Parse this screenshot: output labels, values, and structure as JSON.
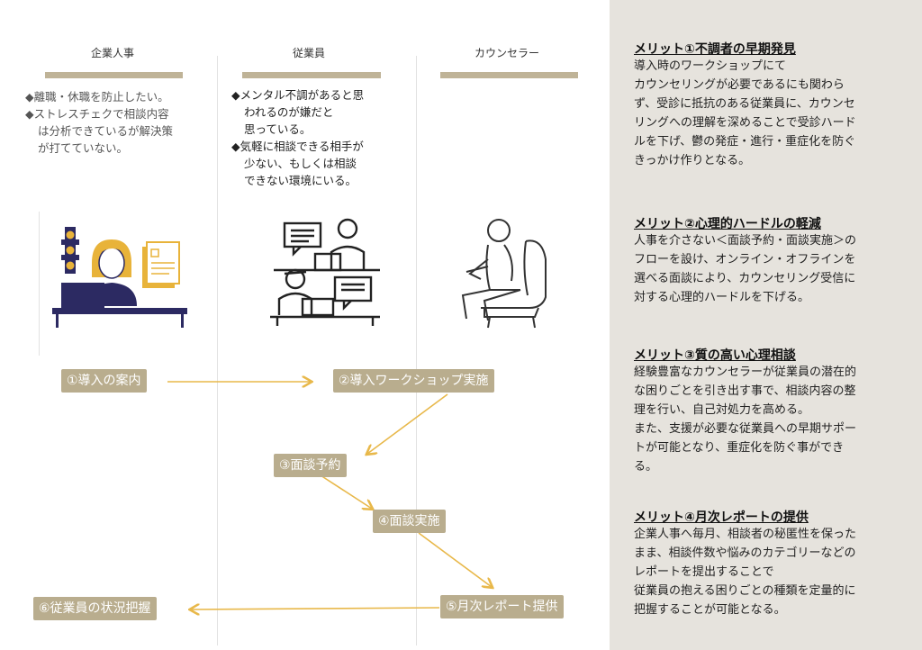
{
  "columns": [
    {
      "label": "企業人事"
    },
    {
      "label": "従業員"
    },
    {
      "label": "カウンセラー"
    }
  ],
  "notes": {
    "hr": [
      "◆離職・休職を防止したい。",
      "◆ストレスチェクで相談内容",
      "は分析できているが解決策",
      "が打てていない。"
    ],
    "employee": [
      "◆メンタル不調があると思",
      "われるのが嫌だと",
      "思っている。",
      "◆気軽に相談できる相手が",
      "少ない、もしくは相談",
      "できない環境にいる。"
    ]
  },
  "steps": [
    {
      "label": "①導入の案内"
    },
    {
      "label": "②導入ワークショップ実施"
    },
    {
      "label": "③面談予約"
    },
    {
      "label": "④面談実施"
    },
    {
      "label": "⑤月次レポート提供"
    },
    {
      "label": "⑥従業員の状況把握"
    }
  ],
  "merits": [
    {
      "title": "メリット①不調者の早期発見",
      "lines": [
        "導入時のワークショップにて",
        "カウンセリングが必要であるにも関わら",
        "ず、受診に抵抗のある従業員に、カウンセ",
        "リングへの理解を深めることで受診ハード",
        "ルを下げ、鬱の発症・進行・重症化を防ぐ",
        "きっかけ作りとなる。"
      ]
    },
    {
      "title": "メリット②心理的ハードルの軽減",
      "lines": [
        "人事を介さない＜面談予約・面談実施＞の",
        "フローを設け、オンライン・オフラインを",
        "選べる面談により、カウンセリング受信に",
        "対する心理的ハードルを下げる。"
      ]
    },
    {
      "title": "メリット③質の高い心理相談",
      "lines": [
        "経験豊富なカウンセラーが従業員の潜在的",
        "な困りごとを引き出す事で、相談内容の整",
        "理を行い、自己対処力を高める。",
        "また、支援が必要な従業員への早期サポー",
        "トが可能となり、重症化を防ぐ事ができ",
        "る。"
      ]
    },
    {
      "title": "メリット④月次レポートの提供",
      "lines": [
        "企業人事へ毎月、相談者の秘匿性を保った",
        "まま、相談件数や悩みのカテゴリーなどの",
        "レポートを提出することで",
        "従業員の抱える困りごとの種類を定量的に",
        "把握することが可能となる。"
      ]
    }
  ],
  "colors": {
    "accent": "#bfb397",
    "step_bg": "#b9ad8e",
    "arrow": "#e8b84a",
    "sidebar_bg": "#e6e3dd",
    "navy": "#2c2a62",
    "mustard": "#e8b33a"
  }
}
